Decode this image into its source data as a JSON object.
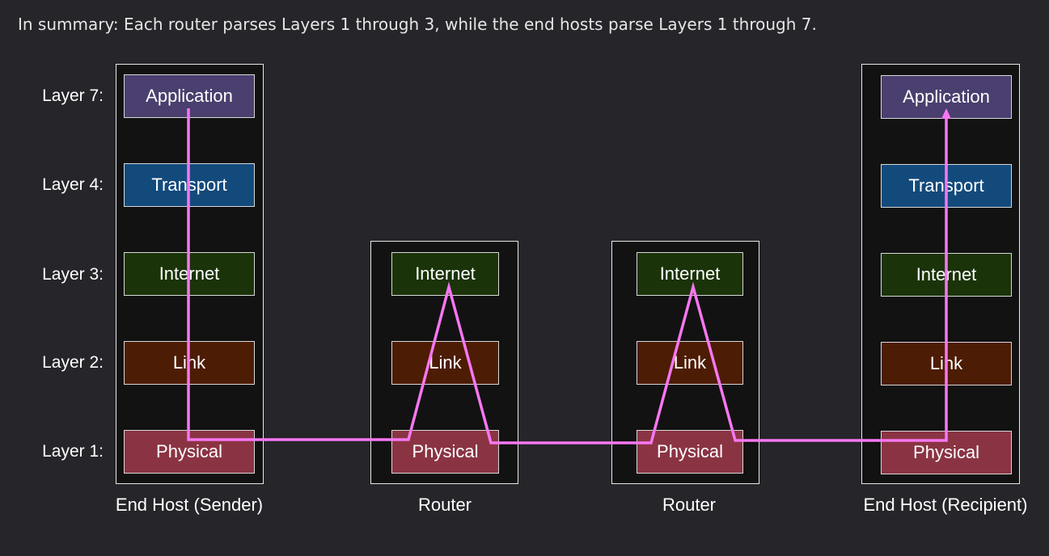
{
  "summary": "In summary: Each router parses Layers 1 through 3, while the end hosts parse Layers 1 through 7.",
  "layer_labels": [
    "Layer 7:",
    "Layer 4:",
    "Layer 3:",
    "Layer 2:",
    "Layer 1:"
  ],
  "layer_names": {
    "application": "Application",
    "transport": "Transport",
    "internet": "Internet",
    "link": "Link",
    "physical": "Physical"
  },
  "devices": {
    "sender": "End Host (Sender)",
    "router1": "Router",
    "router2": "Router",
    "recipient": "End Host (Recipient)"
  },
  "colors": {
    "application": "#4a3f6e",
    "transport": "#134a7c",
    "internet": "#1b3309",
    "link": "#4d1c04",
    "physical": "#8a3443",
    "path": "#f777f2"
  }
}
